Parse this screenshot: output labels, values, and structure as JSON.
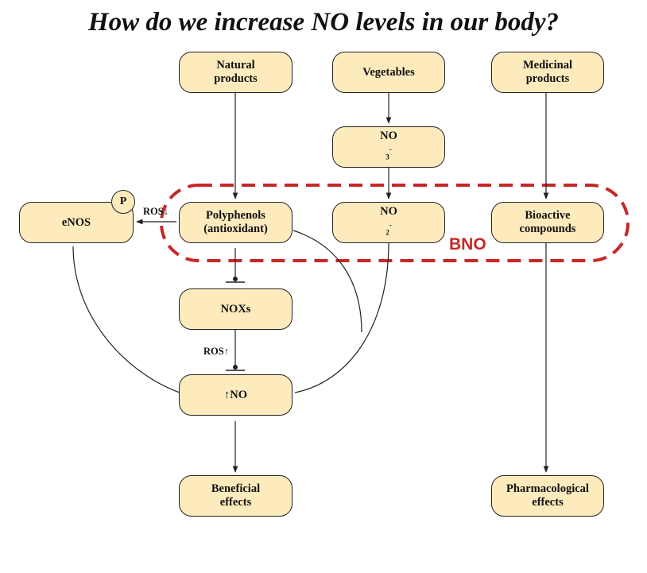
{
  "title": "How do we increase NO levels in our body?",
  "nodes": {
    "natural_products": [
      "Natural",
      "products"
    ],
    "vegetables": [
      "Vegetables"
    ],
    "medicinal_products": [
      "Medicinal",
      "products"
    ],
    "no3": {
      "base": "NO",
      "sub": "3",
      "sup": "-"
    },
    "enos": [
      "eNOS"
    ],
    "polyphenols": [
      "Polyphenols",
      "(antioxidant)"
    ],
    "no2": {
      "base": "NO",
      "sub": "2",
      "sup": "-"
    },
    "bioactive": [
      "Bioactive",
      "compounds"
    ],
    "noxs": [
      "NOXs"
    ],
    "no_up": [
      "↑NO"
    ],
    "beneficial": [
      "Beneficial",
      "effects"
    ],
    "pharmacological": [
      "Pharmacological",
      "effects"
    ]
  },
  "labels": {
    "phosphate": "P",
    "ros_down": "ROS↓",
    "ros_up": "ROS↑",
    "bno": "BNO"
  },
  "colors": {
    "node_fill": "#fdebbd",
    "node_border": "#222222",
    "bno_dash": "#c62828"
  }
}
